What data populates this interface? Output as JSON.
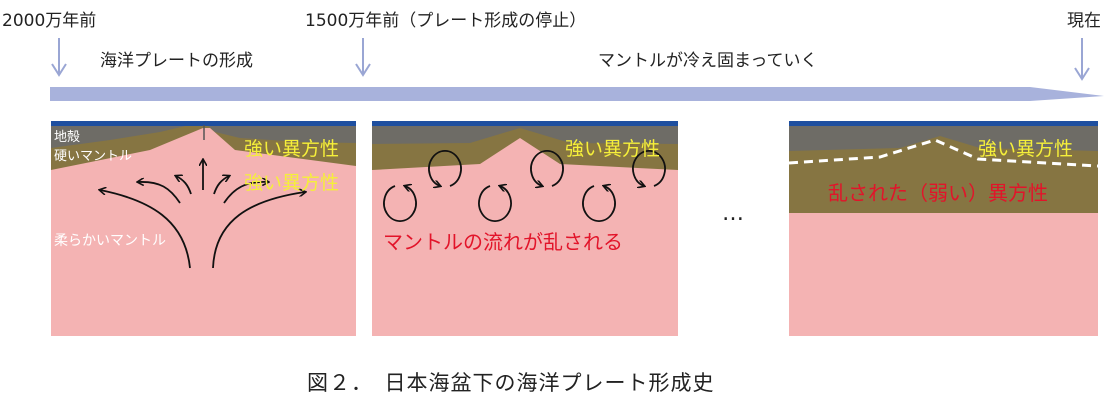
{
  "timeline": {
    "label_start": "2000万年前",
    "label_mid": "1500万年前（プレート形成の停止）",
    "label_end": "現在",
    "phase_1": "海洋プレートの形成",
    "phase_2": "マントルが冷え固まっていく",
    "arrow_color": "#a8b2dc"
  },
  "panels": [
    {
      "crust_label": "地殻",
      "hard_mantle_label": "硬いマントル",
      "strong_label_1": "強い異方性",
      "strong_label_2": "強い異方性",
      "soft_mantle_label": "柔らかいマントル"
    },
    {
      "strong_label": "強い異方性",
      "flow_label": "マントルの流れが乱される"
    },
    {
      "strong_label": "強い異方性",
      "weak_label": "乱された（弱い）異方性"
    }
  ],
  "ellipsis": "…",
  "caption": "図２．　日本海盆下の海洋プレート形成史",
  "colors": {
    "ocean": "#1e4fa0",
    "crust": "#6e6c66",
    "hard_mantle": "#867542",
    "soft_mantle": "#f4b3b3",
    "yellow_text": "#f5ef3a",
    "red_text": "#e2142a"
  }
}
